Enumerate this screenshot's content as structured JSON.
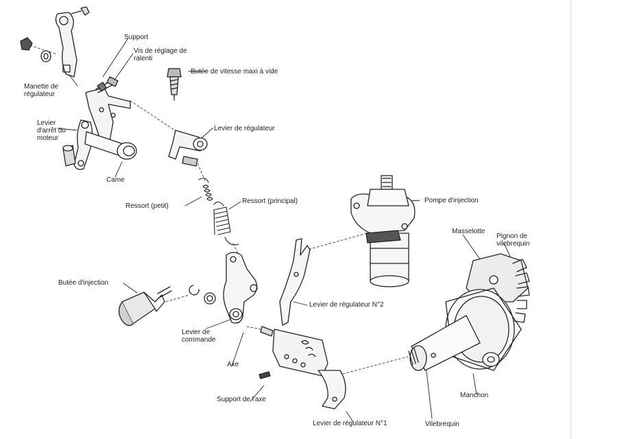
{
  "labels": {
    "support": "Support",
    "vis_reglage_ralenti": "Vis de réglage de\nralenti",
    "manette_regulateur": "Manette de\nrégulateur",
    "butee_vitesse_maxi": "Butée de vitesse maxi à vide",
    "levier_arret_moteur": "Levier\nd'arrêt du\nmoteur",
    "levier_regulateur": "Levier de régulateur",
    "came": "Came",
    "ressort_petit": "Ressort (petit)",
    "ressort_principal": "Ressort (principal)",
    "pompe_injection": "Pompe d'injection",
    "masselotte": "Masselotte",
    "pignon_vilebrequin": "Pignon de\nvilebrequin",
    "butee_injection": "Butée d'injection",
    "levier_regulateur_2": "Levier de régulateur N°2",
    "levier_commande": "Levier de\ncommande",
    "axe": "Axe",
    "support_axe": "Support de l'axe",
    "manchon": "Manchon",
    "levier_regulateur_1": "Levier de régulateur N°1",
    "vilebrequin": "Vilebrequin"
  }
}
